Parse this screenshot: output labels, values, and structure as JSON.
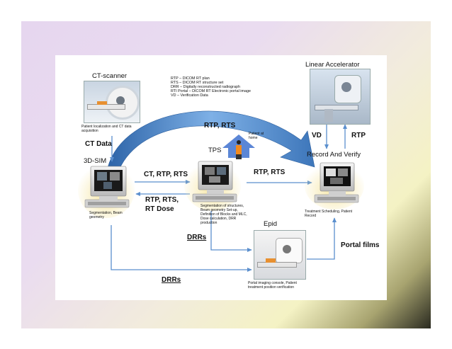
{
  "legend": [
    "RTP – DICOM RT plan",
    "RTS – DICOM RT structure set",
    "DRR – Digitally reconstructed radiograph",
    "RTI Portal – DICOM RT Electronic portal image",
    "VD – Verification Data"
  ],
  "nodes": {
    "ct_scanner": {
      "title": "CT-scanner",
      "caption": "Patient localization and CT data acquisition"
    },
    "sim": {
      "title": "3D-SIM",
      "caption": "Segmentation, Beam geometry"
    },
    "tps": {
      "title": "TPS",
      "caption": "Segmentation of structures, Beam geometry Set-up, Definition of Blocks and MLC, Dose calculation, DRR production"
    },
    "linac": {
      "title": "Linear Accelerator"
    },
    "rv": {
      "title": "Record And Verify",
      "caption": "Treatment Scheduling, Patient Record"
    },
    "epid": {
      "title": "Epid",
      "caption": "Portal imaging console, Patient treatment position verification"
    },
    "patient": {
      "caption": "Patient at home"
    }
  },
  "flows": {
    "ct_data": "CT Data",
    "sim_to_tps": "CT, RTP, RTS",
    "tps_to_sim_1": "RTP, RTS,",
    "tps_to_sim_2": "RT Dose",
    "arc": "RTP, RTS",
    "tps_to_rv": "RTP, RTS",
    "vd": "VD",
    "rtp": "RTP",
    "drrs_tps": "DRRs",
    "drrs_sim": "DRRs",
    "portal_films": "Portal films"
  },
  "colors": {
    "arrow": "#5b8fce",
    "arc_dark": "#3a6fb0",
    "arc_light": "#9cc3ee",
    "card": "#ffffff"
  }
}
